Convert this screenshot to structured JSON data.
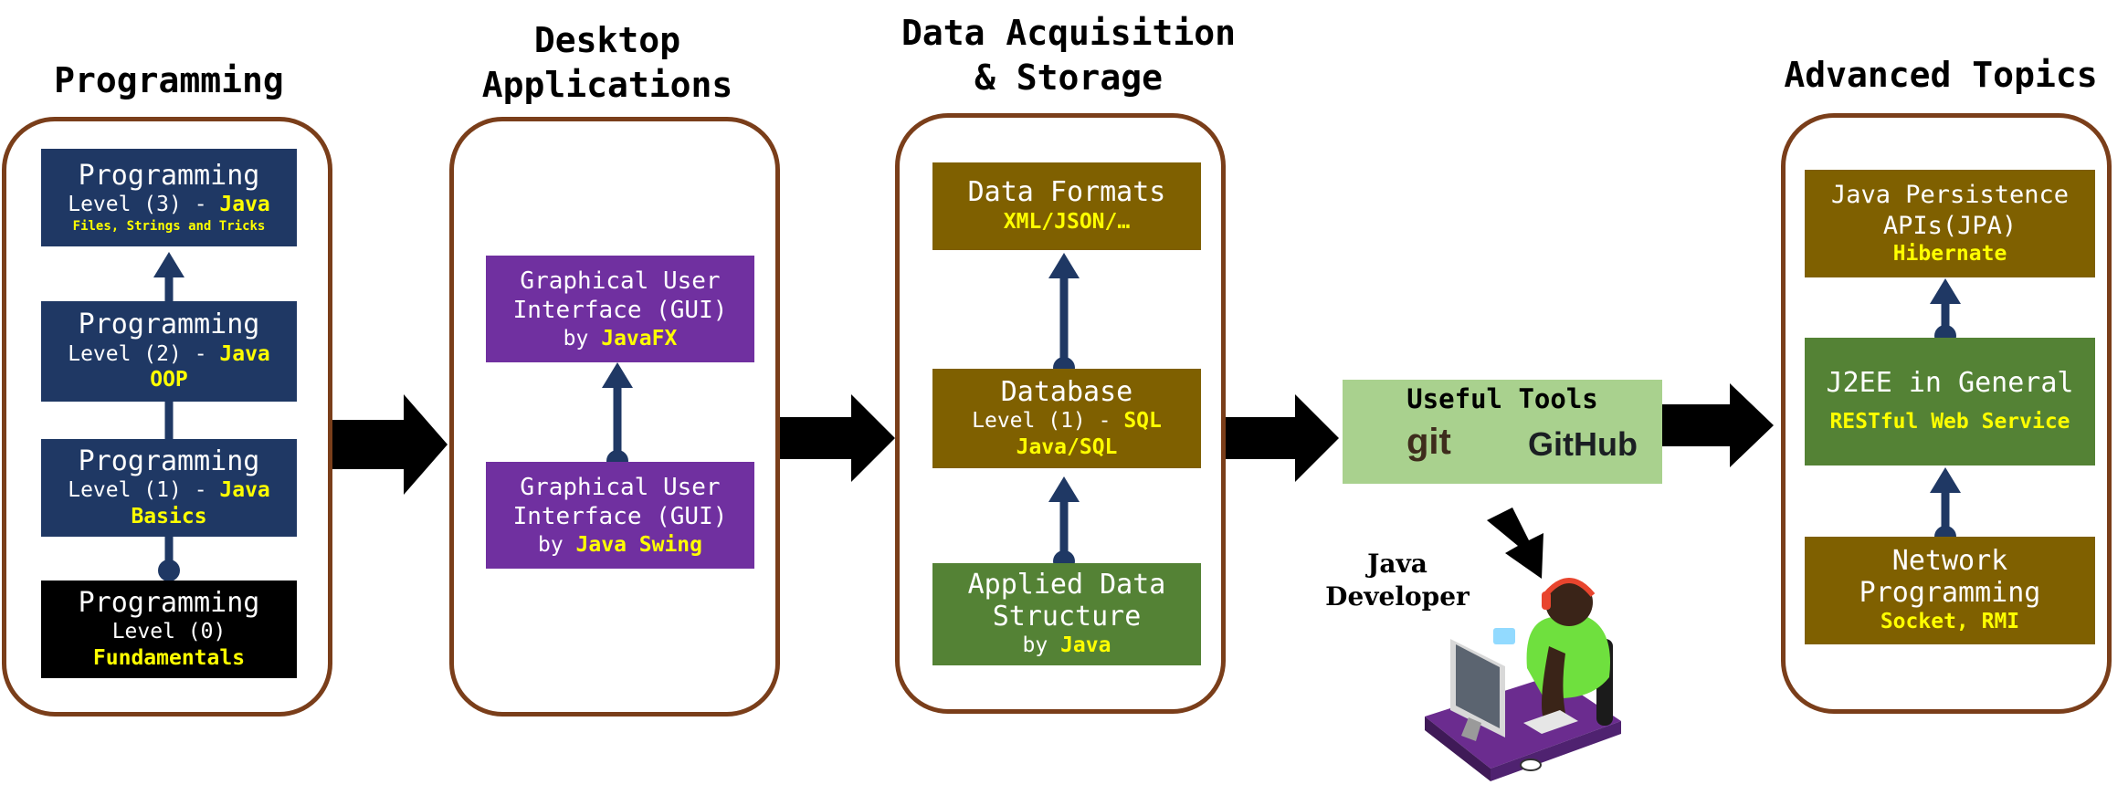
{
  "stages": [
    {
      "title": "Programming",
      "boxes": [
        {
          "line1": "Programming",
          "line2": "Level (3) - ",
          "line2_hl": "Java",
          "line3": "Files, Strings and Tricks"
        },
        {
          "line1": "Programming",
          "line2": "Level (2) - ",
          "line2_hl": "Java",
          "line3": "OOP"
        },
        {
          "line1": "Programming",
          "line2": "Level (1) - ",
          "line2_hl": "Java",
          "line3": "Basics"
        },
        {
          "line1": "Programming",
          "line2": "Level (0)",
          "line3": "Fundamentals"
        }
      ]
    },
    {
      "title_line1": "Desktop",
      "title_line2": "Applications",
      "boxes": [
        {
          "line1": "Graphical User",
          "line2": "Interface (GUI)",
          "line3_pre": "by ",
          "line3_hl": "JavaFX"
        },
        {
          "line1": "Graphical User",
          "line2": "Interface (GUI)",
          "line3_pre": "by ",
          "line3_hl": "Java Swing"
        }
      ]
    },
    {
      "title_line1": "Data Acquisition",
      "title_line2": "& Storage",
      "boxes": [
        {
          "line1": "Data Formats",
          "line2": "XML/JSON/…"
        },
        {
          "line1": "Database",
          "line2": "Level (1) - ",
          "line2_hl": "SQL",
          "line3": "Java/SQL"
        },
        {
          "line1": "Applied Data",
          "line2": "Structure",
          "line3_pre": "by ",
          "line3_hl": "Java"
        }
      ]
    },
    {
      "title": "Advanced Topics",
      "boxes": [
        {
          "line1": "Java Persistence",
          "line2": "APIs(JPA)",
          "line3": "Hibernate"
        },
        {
          "line1": "J2EE in General",
          "line2": "RESTful Web Service"
        },
        {
          "line1": "Network",
          "line2": "Programming",
          "line3": "Socket, RMI"
        }
      ]
    }
  ],
  "tools": {
    "title": "Useful Tools",
    "git_label": "git",
    "github_label": "GitHub",
    "git_icon": "git-logo-icon",
    "github_icon": "octocat-icon"
  },
  "developer": {
    "label_line1": "Java",
    "label_line2": "Developer",
    "icon": "developer-at-computer-icon"
  },
  "colors": {
    "panel_border": "#7a3e1a",
    "navy": "#1f3864",
    "purple": "#7030a0",
    "olive": "#7f6000",
    "green": "#548235",
    "tools_bg": "#a9d18e",
    "highlight": "#ffff00",
    "connector": "#1f3864"
  }
}
